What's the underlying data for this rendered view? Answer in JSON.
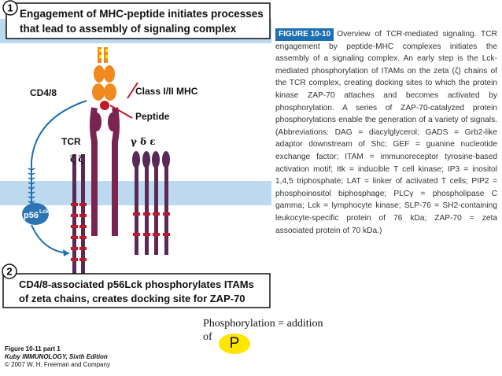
{
  "step1": {
    "number": "1",
    "title_line1": "Engagement of MHC-peptide initiates processes",
    "title_line2": "that lead to assembly of signaling complex"
  },
  "step2": {
    "number": "2",
    "title_line1": "CD4/8-associated p56Lck phosphorylates ITAMs",
    "title_line2": "of zeta chains, creates docking site for ZAP-70"
  },
  "labels": {
    "cd48": "CD4/8",
    "mhc": "Class I/II MHC",
    "peptide": "Peptide",
    "tcr": "TCR",
    "zeta": "ζ ζ",
    "gde": "γ δ ε",
    "p56_main": "p56",
    "p56_sup": "Lck"
  },
  "caption": {
    "figure_label": "FIGURE 10-10",
    "text": "Overview of TCR-mediated signaling. TCR engagement by peptide-MHC complexes initiates the assembly of a signaling complex. An early step is the Lck-mediated phosphorylation of ITAMs on the zeta (ζ) chains of the TCR complex, creating docking sites to which the protein kinase ZAP-70 attaches and becomes activated by phosphorylation. A series of ZAP-70-catalyzed protein phosphorylations enable the generation of a variety of signals. (Abbreviations: DAG = diacylglycerol; GADS = Grb2-like adaptor downstream of Shc; GEF = guanine nucleotide exchange factor; ITAM = immunoreceptor tyrosine-based activation motif; Itk = inducible T cell kinase; IP3 = inositol 1,4,5 triphosphate; LAT = linker of activated T cells; PIP2 = phosphoinositol biphosphage; PLCγ = phospholipase C gamma; Lck = lymphocyte kinase; SLP-76 = SH2-containing leukocyte-specific protein of 76 kDa; ZAP-70 = zeta associated protein of 70 kDa.)"
  },
  "note": {
    "line1": "Phosphorylation = addition",
    "line2": "of",
    "symbol": "P"
  },
  "credit": {
    "line1": "Figure 10-11 part 1",
    "line2": "Kuby IMMUNOLOGY, Sixth Edition",
    "line3": "© 2007 W. H. Freeman and Company"
  },
  "colors": {
    "membrane": "#bcd9ef",
    "itam_red": "#c0182a",
    "receptor": "#7a2450",
    "chain": "#5a2a55",
    "orange": "#f08a1e",
    "yellow": "#ffe500",
    "blue": "#1d6fb3",
    "p56": "#2e74b5"
  }
}
